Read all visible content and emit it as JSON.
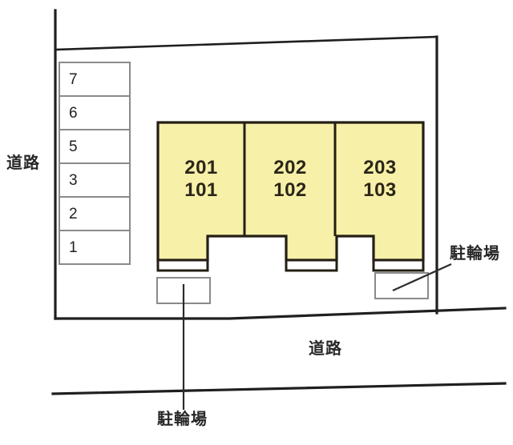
{
  "diagram": {
    "title": "Apartment site layout plan",
    "colors": {
      "building_fill": "#f7f0a8",
      "building_stroke": "#231f14",
      "site_stroke": "#1f1f1f",
      "stall_stroke": "#8a8a8a",
      "text": "#222222"
    }
  },
  "parking_stalls": [
    {
      "label": "7"
    },
    {
      "label": "6"
    },
    {
      "label": "5"
    },
    {
      "label": "3"
    },
    {
      "label": "2"
    },
    {
      "label": "1"
    }
  ],
  "building": {
    "units": [
      {
        "upper": "201",
        "lower": "101"
      },
      {
        "upper": "202",
        "lower": "102"
      },
      {
        "upper": "203",
        "lower": "103"
      }
    ]
  },
  "labels": {
    "road_left": "道路",
    "road_bottom": "道路",
    "bicycle_parking_right": "駐輪場",
    "bicycle_parking_bottom": "駐輪場"
  }
}
